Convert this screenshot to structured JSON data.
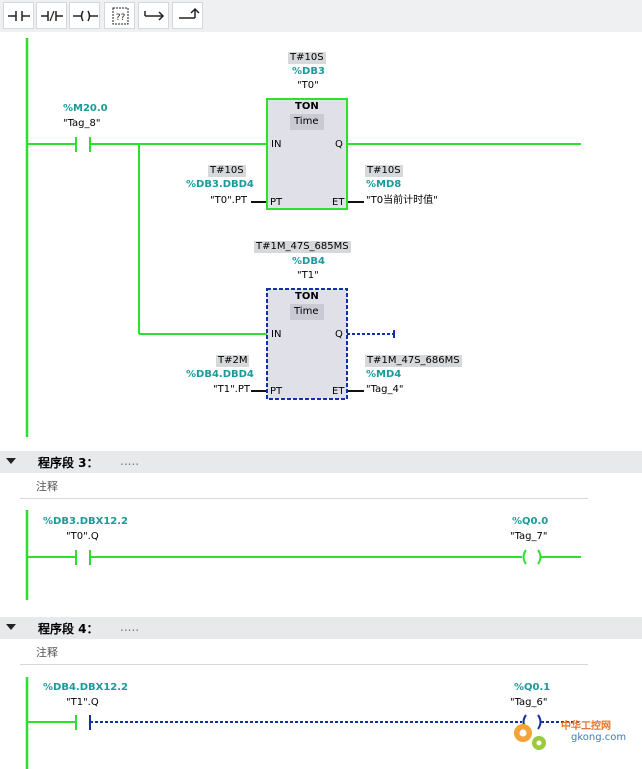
{
  "toolbar": {
    "items": [
      {
        "icon": "normally-open-contact-icon"
      },
      {
        "icon": "normally-closed-contact-icon"
      },
      {
        "icon": "output-coil-icon"
      },
      {
        "icon": "empty-box-icon",
        "glyph": "??"
      },
      {
        "icon": "open-branch-icon"
      },
      {
        "icon": "close-branch-icon"
      }
    ]
  },
  "colors": {
    "wire_on": "#2ee02e",
    "wire_off": "#1230a8",
    "teal": "#1a9a9a",
    "block_fill": "#e0e1e8"
  },
  "network2": {
    "contact": {
      "address": "%M20.0",
      "tag": "\"Tag_8\""
    },
    "timer1": {
      "preset": "T#10S",
      "db": "%DB3",
      "name": "\"T0\"",
      "type": "TON",
      "sub": "Time",
      "pin_in": "IN",
      "pin_q": "Q",
      "pin_pt": "PT",
      "pin_et": "ET",
      "pt_value": "T#10S",
      "pt_address": "%DB3.DBD4",
      "pt_tag": "\"T0\".PT",
      "et_value": "T#10S",
      "et_address": "%MD8",
      "et_tag": "\"T0当前计时值\""
    },
    "timer2": {
      "preset": "T#1M_47S_685MS",
      "db": "%DB4",
      "name": "\"T1\"",
      "type": "TON",
      "sub": "Time",
      "pin_in": "IN",
      "pin_q": "Q",
      "pin_pt": "PT",
      "pin_et": "ET",
      "pt_value": "T#2M",
      "pt_address": "%DB4.DBD4",
      "pt_tag": "\"T1\".PT",
      "et_value": "T#1M_47S_686MS",
      "et_address": "%MD4",
      "et_tag": "\"Tag_4\""
    }
  },
  "network3": {
    "title": "程序段 3：",
    "dots": ".....",
    "comment": "注释",
    "contact": {
      "address": "%DB3.DBX12.2",
      "tag": "\"T0\".Q"
    },
    "coil": {
      "address": "%Q0.0",
      "tag": "\"Tag_7\""
    }
  },
  "network4": {
    "title": "程序段 4：",
    "dots": ".....",
    "comment": "注释",
    "contact": {
      "address": "%DB4.DBX12.2",
      "tag": "\"T1\".Q"
    },
    "coil": {
      "address": "%Q0.1",
      "tag": "\"Tag_6\""
    }
  },
  "watermark": {
    "text": "中华工控网",
    "url": "gkong.com"
  }
}
